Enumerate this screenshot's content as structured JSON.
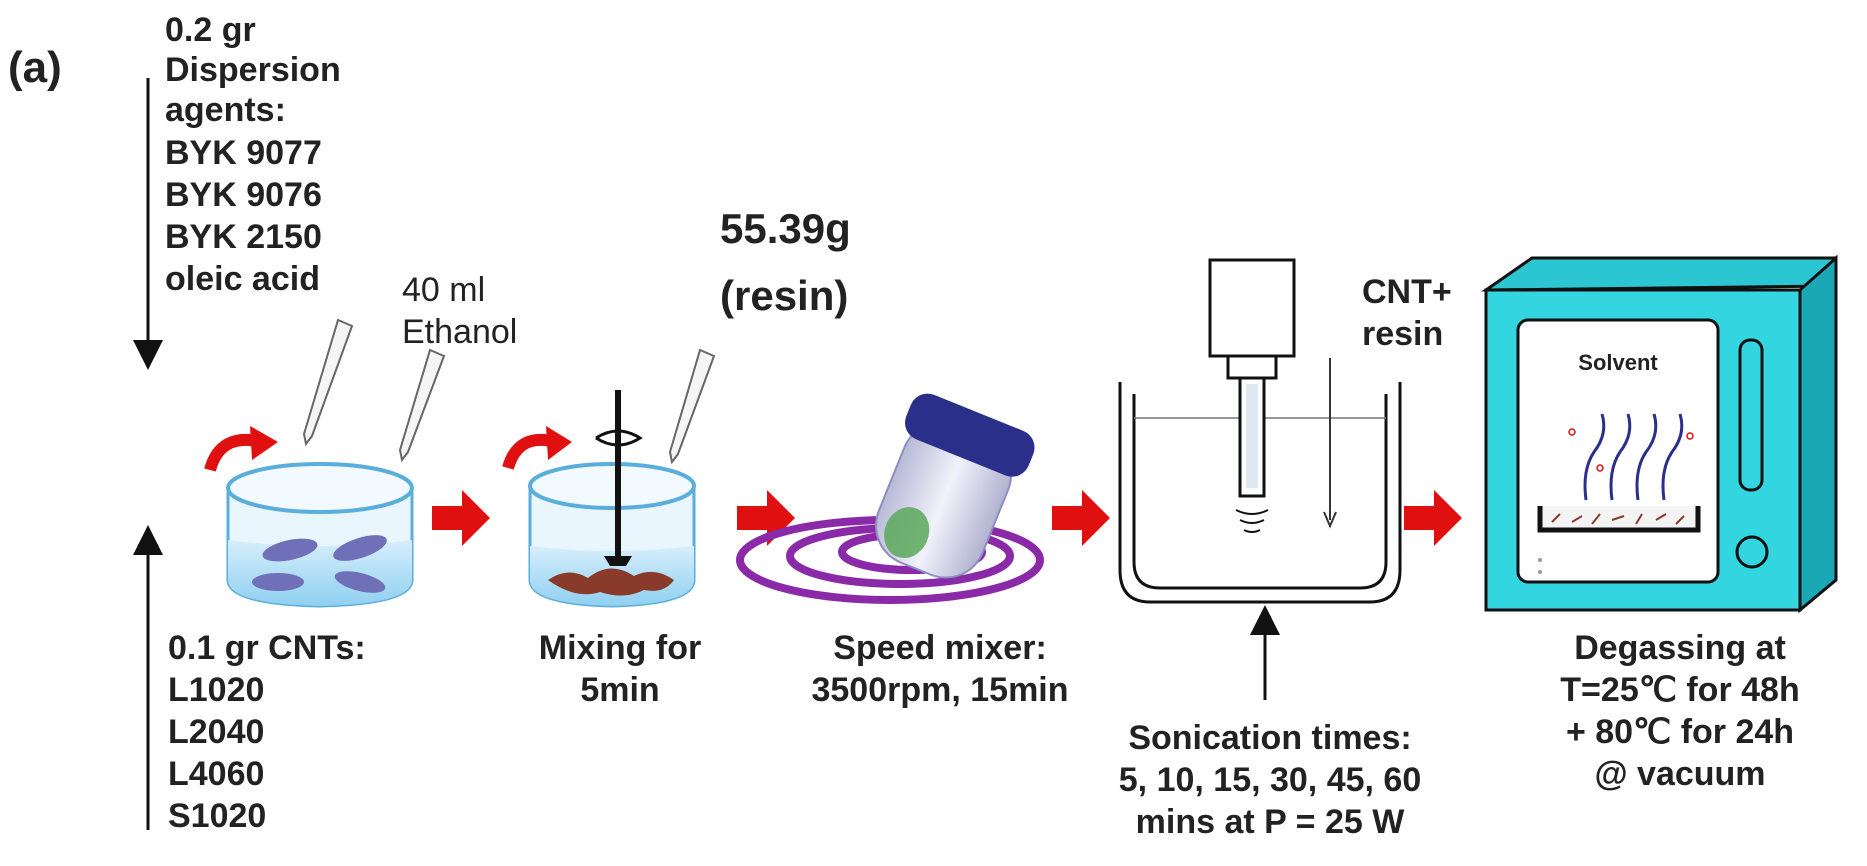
{
  "panel_label": "(a)",
  "top_input": {
    "lines": [
      "0.2 gr",
      "Dispersion",
      "agents:",
      "BYK 9077",
      "BYK 9076",
      "BYK 2150",
      "oleic acid"
    ]
  },
  "ethanol": {
    "lines": [
      "40 ml",
      "Ethanol"
    ]
  },
  "resin": {
    "lines": [
      "55.39g",
      "(resin)"
    ]
  },
  "cnt_resin": {
    "lines": [
      "CNT+",
      "resin"
    ]
  },
  "oven_label": "Solvent",
  "bottom_input": {
    "lines": [
      "0.1 gr CNTs:",
      "L1020",
      "L2040",
      "L4060",
      "S1020"
    ]
  },
  "steps": {
    "mixing": [
      "Mixing for",
      "5min"
    ],
    "speed_mixer": [
      "Speed mixer:",
      "3500rpm, 15min"
    ],
    "sonication": [
      "Sonication times:",
      "5, 10, 15, 30, 45, 60",
      "mins at P = 25 W"
    ],
    "degassing": [
      "Degassing at",
      "T=25℃ for 48h",
      "+ 80℃ for 24h",
      "@ vacuum"
    ]
  },
  "colors": {
    "flow_arrow": "#e01010",
    "oven_body": "#33d6e0",
    "cap": "#2a2f8a",
    "swirl": "#8a2aa8",
    "beaker_liquid": "#bfe3f7"
  }
}
